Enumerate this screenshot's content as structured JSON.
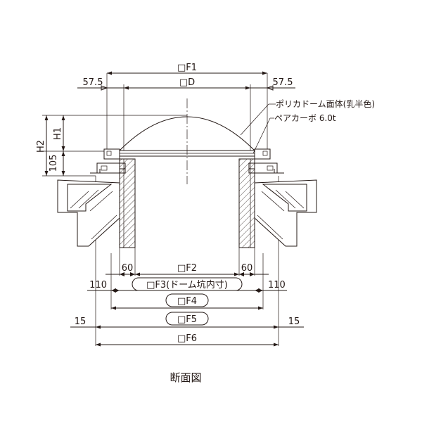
{
  "labels": {
    "f1": "□F1",
    "d": "□D",
    "left_575": "57.5",
    "right_575": "57.5",
    "dome_material": "ポリカドーム面体(乳半色)",
    "pair_carbo": "ペアカーボ 6.0t",
    "h2": "H2",
    "h1": "H1",
    "h105": "105",
    "left_60": "60",
    "f2": "□F2",
    "right_60": "60",
    "left_110": "110",
    "f3": "□F3(ドーム坑内寸)",
    "right_110": "110",
    "f4": "□F4",
    "left_15": "15",
    "f5": "□F5",
    "right_15": "15",
    "f6": "□F6",
    "caption": "断面図"
  }
}
